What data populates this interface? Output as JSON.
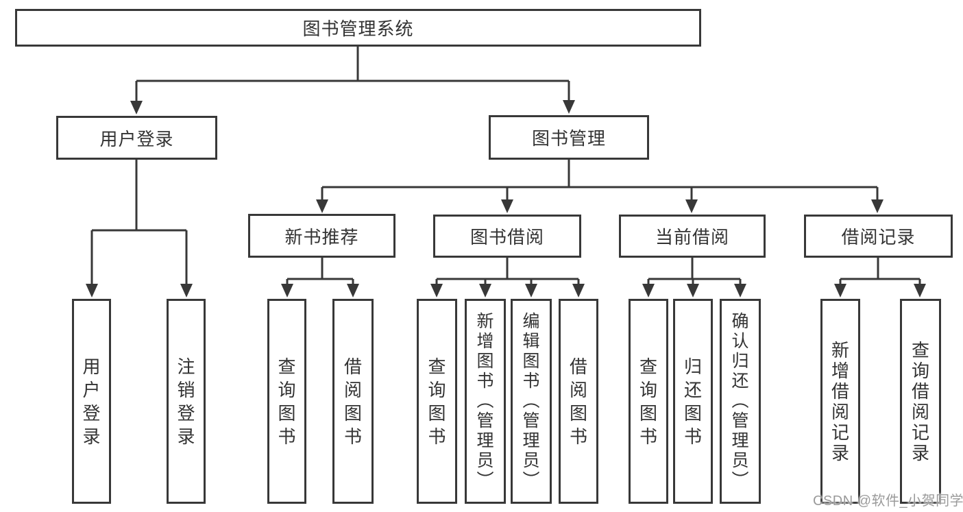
{
  "tree": {
    "root": "图书管理系统",
    "branches": [
      {
        "label": "用户登录",
        "children": [
          "用户登录",
          "注销登录"
        ]
      },
      {
        "label": "图书管理",
        "modules": [
          {
            "label": "新书推荐",
            "children": [
              "查询图书",
              "借阅图书"
            ]
          },
          {
            "label": "图书借阅",
            "children": [
              "查询图书",
              "新增图书（管理员）",
              "编辑图书（管理员）",
              "借阅图书"
            ]
          },
          {
            "label": "当前借阅",
            "children": [
              "查询图书",
              "归还图书",
              "确认归还（管理员）"
            ]
          },
          {
            "label": "借阅记录",
            "children": [
              "新增借阅记录",
              "查询借阅记录"
            ]
          }
        ]
      }
    ]
  },
  "watermark": {
    "text": "CSDN @软件_小贺同学"
  },
  "colors": {
    "line": "#383838",
    "text": "#333333",
    "background": "#ffffff",
    "watermark": "#9a9a9a"
  }
}
